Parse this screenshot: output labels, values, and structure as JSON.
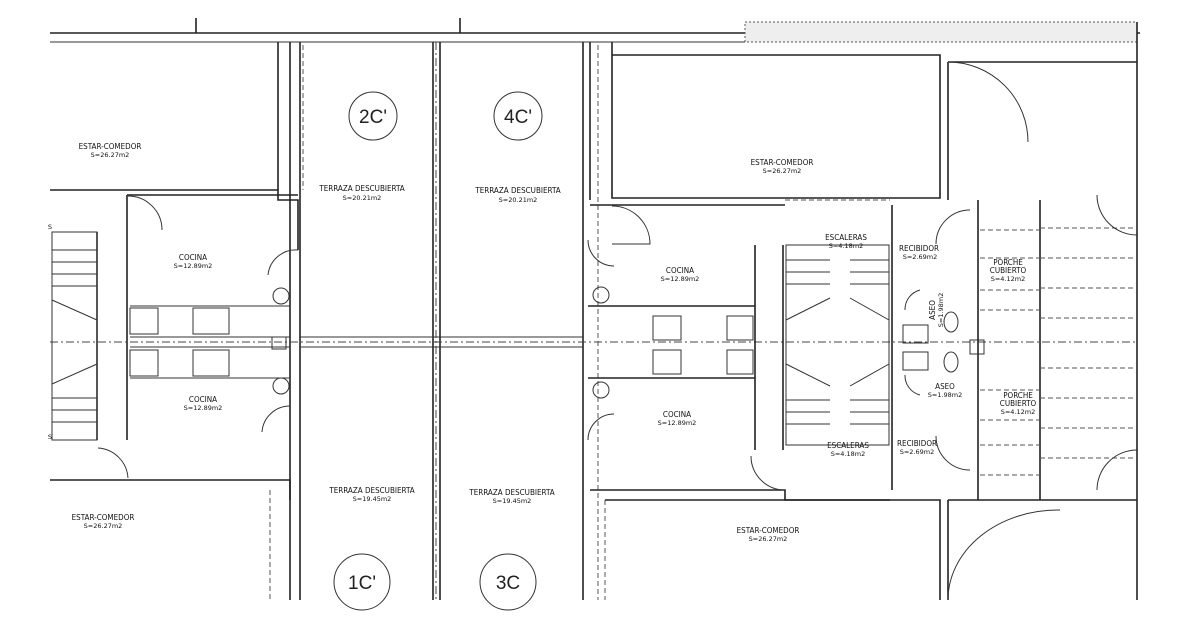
{
  "units": [
    {
      "id": "2c",
      "label": "2C'"
    },
    {
      "id": "4c",
      "label": "4C'"
    },
    {
      "id": "1c",
      "label": "1C'"
    },
    {
      "id": "3c",
      "label": "3C"
    }
  ],
  "rooms": {
    "estar_tl": {
      "name": "ESTAR-COMEDOR",
      "area": "S=26.27m2"
    },
    "terraza_2c": {
      "name": "TERRAZA DESCUBIERTA",
      "area": "S=20.21m2"
    },
    "terraza_4c": {
      "name": "TERRAZA DESCUBIERTA",
      "area": "S=20.21m2"
    },
    "estar_tr": {
      "name": "ESTAR-COMEDOR",
      "area": "S=26.27m2"
    },
    "cocina_l1": {
      "name": "COCINA",
      "area": "S=12.89m2"
    },
    "cocina_l2": {
      "name": "COCINA",
      "area": "S=12.89m2"
    },
    "cocina_r1": {
      "name": "COCINA",
      "area": "S=12.89m2"
    },
    "cocina_r2": {
      "name": "COCINA",
      "area": "S=12.89m2"
    },
    "escaleras_1": {
      "name": "ESCALERAS",
      "area": "S=4.18m2"
    },
    "escaleras_2": {
      "name": "ESCALERAS",
      "area": "S=4.18m2"
    },
    "recibidor_1": {
      "name": "RECIBIDOR",
      "area": "S=2.69m2"
    },
    "recibidor_2": {
      "name": "RECIBIDOR",
      "area": "S=2.69m2"
    },
    "aseo_1": {
      "name": "ASEO",
      "area": "S=1.98m2"
    },
    "aseo_2": {
      "name": "ASEO",
      "area": "S=1.98m2"
    },
    "porche_1": {
      "name1": "PORCHE",
      "name2": "CUBIERTO",
      "area": "S=4.12m2"
    },
    "porche_2": {
      "name1": "PORCHE",
      "name2": "CUBIERTO",
      "area": "S=4.12m2"
    },
    "terraza_1c": {
      "name": "TERRAZA DESCUBIERTA",
      "area": "S=19.45m2"
    },
    "terraza_3c": {
      "name": "TERRAZA DESCUBIERTA",
      "area": "S=19.45m2"
    },
    "estar_bl": {
      "name": "ESTAR-COMEDOR",
      "area": "S=26.27m2"
    },
    "estar_br": {
      "name": "ESTAR-COMEDOR",
      "area": "S=26.27m2"
    }
  },
  "stair_marks": [
    "S",
    "S"
  ]
}
